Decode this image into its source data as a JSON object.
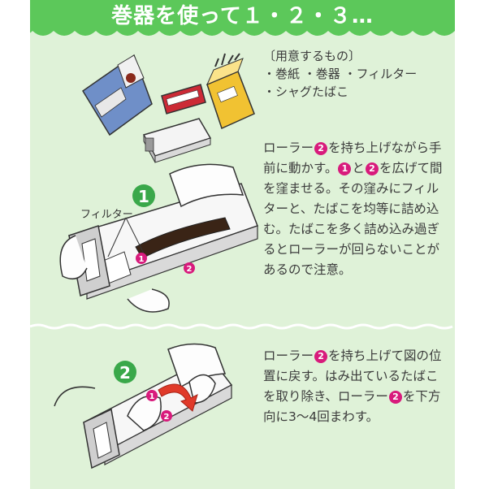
{
  "title": "巻器を使って１・２・３…",
  "materials": {
    "heading": "〔用意するもの〕",
    "line1": "・巻紙 ・巻器 ・フィルター",
    "line2": "・シャグたばこ"
  },
  "step1": {
    "number": "1",
    "label_filter": "フィルター",
    "marker_1": "1",
    "marker_2": "2",
    "t1": "ローラー",
    "b1": "2",
    "t2": "を持ち上げながら手前に動かす。",
    "b2": "1",
    "t3": "と",
    "b3": "2",
    "t4": "を広げて間を窪ませる。その窪みにフィルターと、たばこを均等に詰め込む。たばこを多く詰め込み過ぎるとローラーが回らないことがあるので注意。"
  },
  "step2": {
    "number": "2",
    "marker_1": "1",
    "marker_2": "2",
    "t1": "ローラー",
    "b1": "2",
    "t2": "を持ち上げて図の位置に戻す。はみ出ているたばこを取り除き、ローラー",
    "b2": "2",
    "t3": "を下方向に3～4回まわす。"
  },
  "colors": {
    "panel_background": "#dff2d8",
    "banner_green": "#5cc85a",
    "step_circle_green": "#3aa84a",
    "marker_magenta": "#d81b7c",
    "arrow_red": "#e03a2a",
    "text": "#3b3b3b"
  }
}
